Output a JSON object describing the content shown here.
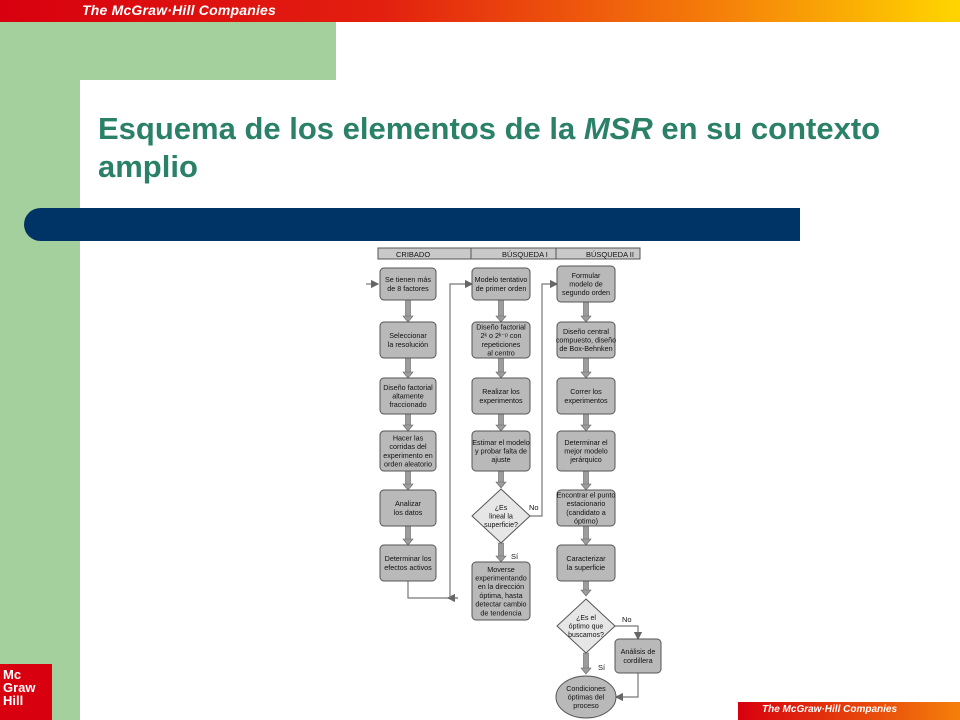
{
  "header": {
    "brand": "The McGraw·Hill Companies"
  },
  "title": {
    "part1": "Esquema de los elementos de la ",
    "emph": "MSR",
    "part2": " en su contexto amplio"
  },
  "logo": {
    "line1": "Mc",
    "line2": "Graw",
    "line3": "Hill"
  },
  "footer": {
    "brand": "The McGraw·Hill Companies"
  },
  "diagram": {
    "phases": [
      "CRIBADO",
      "BÚSQUEDA I",
      "BÚSQUEDA II"
    ],
    "col1": [
      [
        "Se tienen más",
        "de 8 factores"
      ],
      [
        "Seleccionar",
        "la resolución"
      ],
      [
        "Diseño factorial",
        "altamente",
        "fraccionado"
      ],
      [
        "Hacer las",
        "corridas del",
        "experimento en",
        "orden aleatorio"
      ],
      [
        "Analizar",
        "los datos"
      ],
      [
        "Determinar los",
        "efectos activos"
      ]
    ],
    "col2": [
      [
        "Modelo tentativo",
        "de primer orden"
      ],
      [
        "Diseño factorial",
        "2ᵏ o 2ᵏ⁻ᵖ con",
        "repeticiones",
        "al centro"
      ],
      [
        "Realizar los",
        "experimentos"
      ],
      [
        "Estimar el modelo",
        "y probar falta de",
        "ajuste"
      ]
    ],
    "decision1": [
      "¿Es",
      "lineal la",
      "superficie?"
    ],
    "col2_last": [
      "Moverse",
      "experimentando",
      "en la dirección",
      "óptima, hasta",
      "detectar cambio",
      "de tendencia"
    ],
    "col3": [
      [
        "Formular",
        "modelo de",
        "segundo orden"
      ],
      [
        "Diseño central",
        "compuesto, diseño",
        "de Box-Behnken"
      ],
      [
        "Correr los",
        "experimentos"
      ],
      [
        "Determinar el",
        "mejor modelo",
        "jerárquico"
      ],
      [
        "Encontrar el punto",
        "estacionario",
        "(candidato a",
        "óptimo)"
      ],
      [
        "Caracterizar",
        "la superficie"
      ]
    ],
    "decision2": [
      "¿Es el",
      "óptimo que",
      "buscamos?"
    ],
    "ridge": [
      "Análisis de",
      "cordillera"
    ],
    "final": [
      "Condiciones",
      "óptimas del",
      "proceso"
    ],
    "labels": {
      "no": "No",
      "si": "Sí"
    }
  }
}
